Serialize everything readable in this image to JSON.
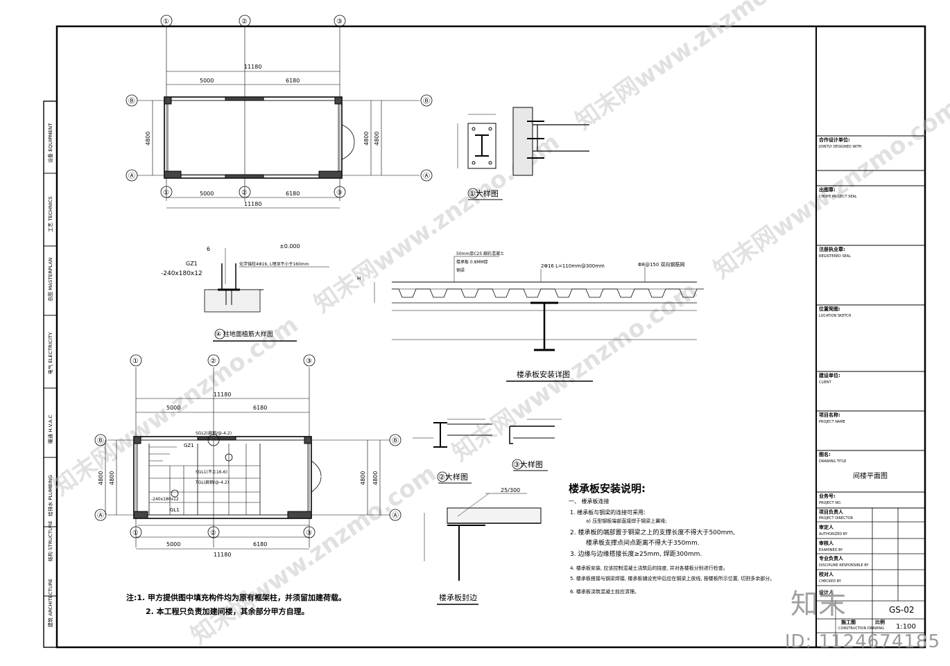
{
  "plan_top": {
    "axes_h": [
      "①",
      "②",
      "③"
    ],
    "axes_v": [
      "Ⓑ",
      "Ⓐ"
    ],
    "dim_total": "11180",
    "dim_a": "5000",
    "dim_b": "6180",
    "dim_h": "4800"
  },
  "detail1": {
    "title": "①大样图"
  },
  "detail4": {
    "title": "④ 柱地面植筋大样图",
    "elev": "±0.000",
    "gz": "GZ1",
    "plate": "-240x180x12",
    "note": "化学锚栓4Φ16, L埋深不小于160mm",
    "six": "6"
  },
  "deck": {
    "title": "楼承板安装详图",
    "l1": "50mm厚C25 细石混凝土",
    "l2": "楼承板 0.8MM厚",
    "l3": "钢梁",
    "l4": "2Φ16 L=110mm@300mm",
    "l5": "Φ8@150 双向钢筋网",
    "h": "H"
  },
  "detail2": {
    "title": "②大样图"
  },
  "detail3": {
    "title": "③大样图"
  },
  "edge": {
    "title": "楼承板封边",
    "slope": "25/300"
  },
  "plan_bottom": {
    "l1": "SGL2(扁钢/@-4.2)",
    "l2": "SGL1(不上16-6)",
    "l3": "TGL(扁钢/@-4.2)",
    "gz": "GZ1",
    "gl": "GL1",
    "cross": "-240x180x12"
  },
  "notes": {
    "l1": "注:1. 甲方提供图中填充构件均为原有框架柱，并须留加建荷载。",
    "l2": "2. 本工程只负责加建间楼，其余部分甲方自理。"
  },
  "install": {
    "title": "楼承板安装说明:",
    "s1": "一、    楼承板连接",
    "s1a": "1.   楼承板与钢梁的连接可采用:",
    "s1b": "a)   压型钢板端部直接焊于钢梁上翼缘;",
    "s2": "2.   楼承板的端部置于钢梁之上的支撑长度不得大于500mm,",
    "s2b": "楼承板支撑点间点距离不得大于350mm.",
    "s3": "3.   边缘与边缘搭接长度≥25mm, 焊距300mm.",
    "s4": "4.   楼承板安装, 应该控制混凝土浇筑后的挠度, 并对各楼板分别进行检查。",
    "s5": "5.   楼承板搭接与钢梁焊接, 楼承板铺设完毕后应在钢梁上放线, 按楼板所示位置, 切割多余部分。",
    "s6": "6.   楼承板浇筑混凝土前应清理。"
  },
  "left_strip": [
    "建筑 ARCHITECTURE",
    "结构 STRUCTURE",
    "给排水 PLUMBING",
    "暖通 H.V.A.C",
    "电气 ELECTRICITY",
    "总图 MASTERPLAN",
    "工艺 TECHNICS",
    "设备 EQUIPMENT"
  ],
  "title_block": {
    "joint": "合作设计单位:",
    "joint_en": "JOINTLY DESIGNED WITH",
    "seal": "出图章:",
    "seal_en": "CHOPE PROJECT SEAL",
    "reg": "注册执业章:",
    "reg_en": "REGISTERED SEAL",
    "loc": "位置简图:",
    "loc_en": "LOCATION SKETCH",
    "client": "建设单位:",
    "client_en": "CLIENT",
    "project": "项目名称:",
    "project_en": "PROJECT NAME",
    "dwgtitle": "图名:",
    "dwgtitle_en": "DRAWING TITLE",
    "dwgname": "间楼平面图",
    "projno": "业务号:",
    "projno_en": "PROJECT NO.",
    "director": "项目负责人",
    "director_en": "PROJECT DIRECTOR",
    "approver": "审定人",
    "approver_en": "AUTHORIZED BY",
    "examiner": "审核人",
    "examiner_en": "EXAMINED BY",
    "discipline": "专业负责人",
    "discipline_en": "DISCIPLINE RESPONSIBLE BY",
    "checker": "校对人",
    "checker_en": "CHECKED BY",
    "designer": "设计人",
    "status": "施工图",
    "status_en": "CONSTRUCTION DRAWING",
    "dwgno": "GS-02",
    "scale_lbl": "比例",
    "scale": "1:100"
  },
  "watermark": "知末网www.znzmo.com",
  "logo": "知末",
  "id": "ID: 1124674185"
}
